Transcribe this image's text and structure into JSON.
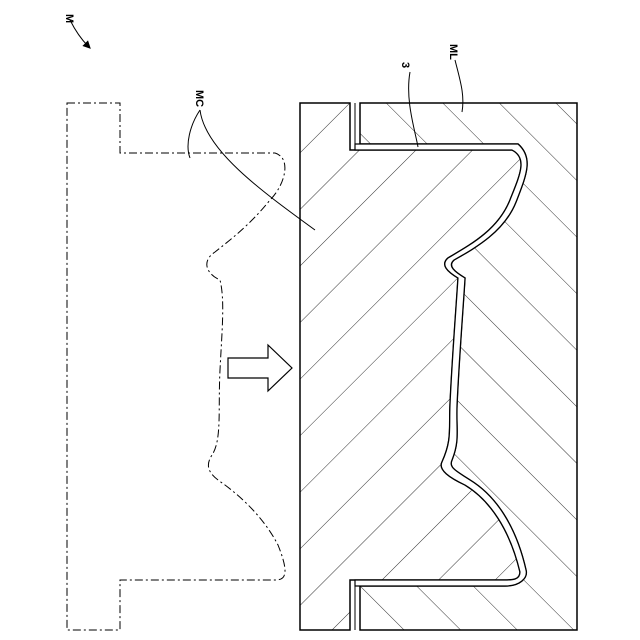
{
  "figure": {
    "labels": {
      "assembly": "M",
      "core": "MC",
      "sheet": "3",
      "lower_mold": "ML"
    }
  },
  "colors": {
    "line": "#000000",
    "hatch": "#333333",
    "background": "#ffffff"
  }
}
